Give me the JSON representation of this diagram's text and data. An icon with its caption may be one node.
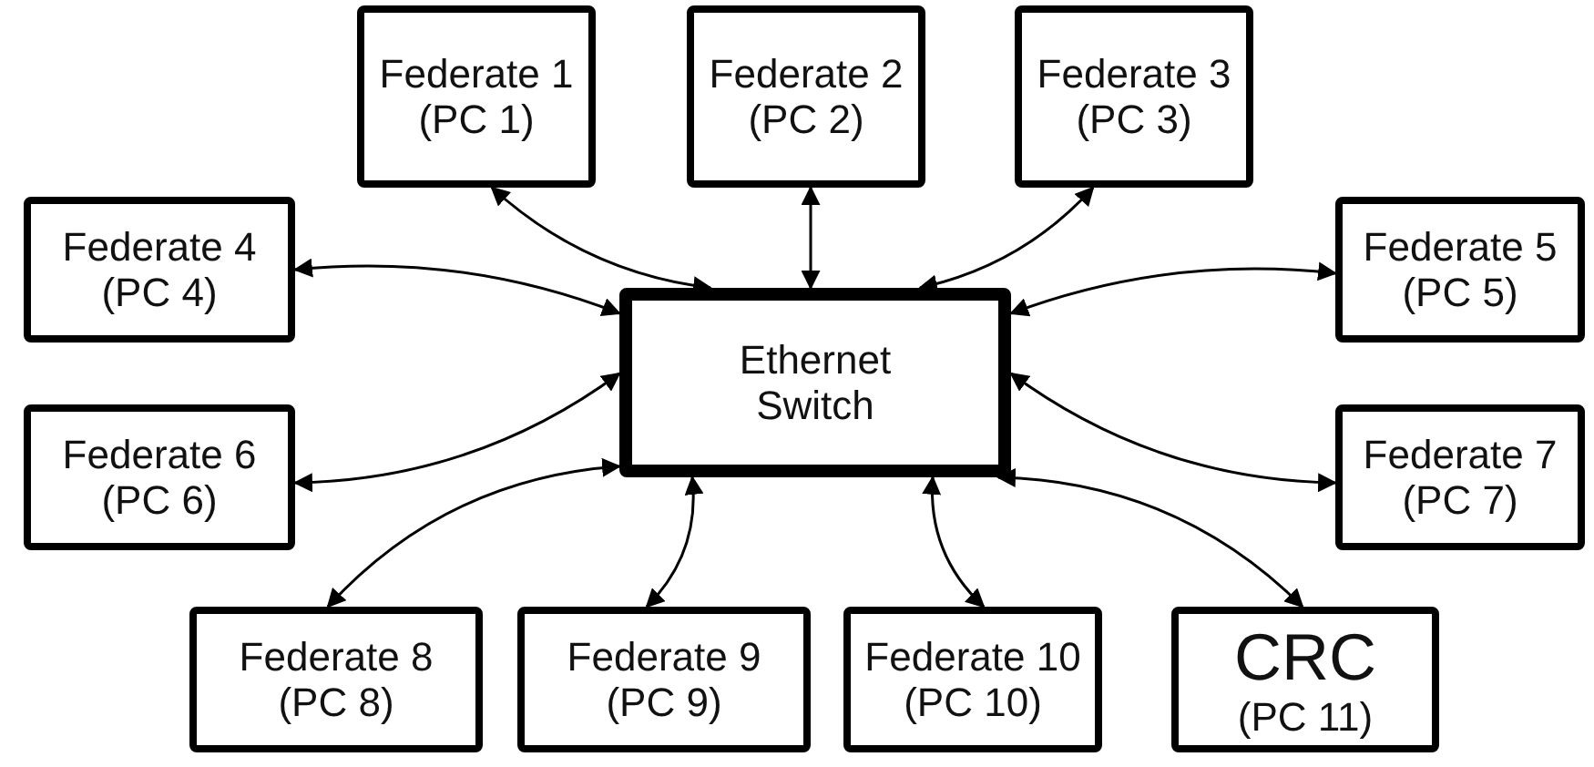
{
  "diagram": {
    "nodes": [
      {
        "text": [
          "Federate 1",
          "(PC 1)"
        ]
      },
      {
        "text": [
          "Federate 2",
          "(PC 2)"
        ]
      },
      {
        "text": [
          "Federate 3",
          "(PC 3)"
        ]
      },
      {
        "text": [
          "Federate 4",
          "(PC 4)"
        ]
      },
      {
        "text": [
          "Federate 5",
          "(PC 5)"
        ]
      },
      {
        "text": [
          "Ethernet Switch"
        ]
      },
      {
        "text": [
          "Federate 6",
          "(PC 6)"
        ]
      },
      {
        "text": [
          "Federate 7",
          "(PC 7)"
        ]
      },
      {
        "text": [
          "Federate 8",
          "(PC 8)"
        ]
      },
      {
        "text": [
          "Federate 9",
          "(PC 9)"
        ]
      },
      {
        "text": [
          "Federate 10",
          "(PC 10)"
        ]
      },
      {
        "text": [
          "CRC",
          "(PC 11)"
        ]
      }
    ],
    "edges": [
      {
        "from": 0,
        "to": 5,
        "arrow": "both"
      },
      {
        "from": 1,
        "to": 5,
        "arrow": "both"
      },
      {
        "from": 2,
        "to": 5,
        "arrow": "both"
      },
      {
        "from": 3,
        "to": 5,
        "arrow": "both"
      },
      {
        "from": 4,
        "to": 5,
        "arrow": "both"
      },
      {
        "from": 6,
        "to": 5,
        "arrow": "both"
      },
      {
        "from": 7,
        "to": 5,
        "arrow": "both"
      },
      {
        "from": 8,
        "to": 5,
        "arrow": "both"
      },
      {
        "from": 9,
        "to": 5,
        "arrow": "both"
      },
      {
        "from": 10,
        "to": 5,
        "arrow": "both"
      },
      {
        "from": 11,
        "to": 5,
        "arrow": "both"
      }
    ]
  }
}
